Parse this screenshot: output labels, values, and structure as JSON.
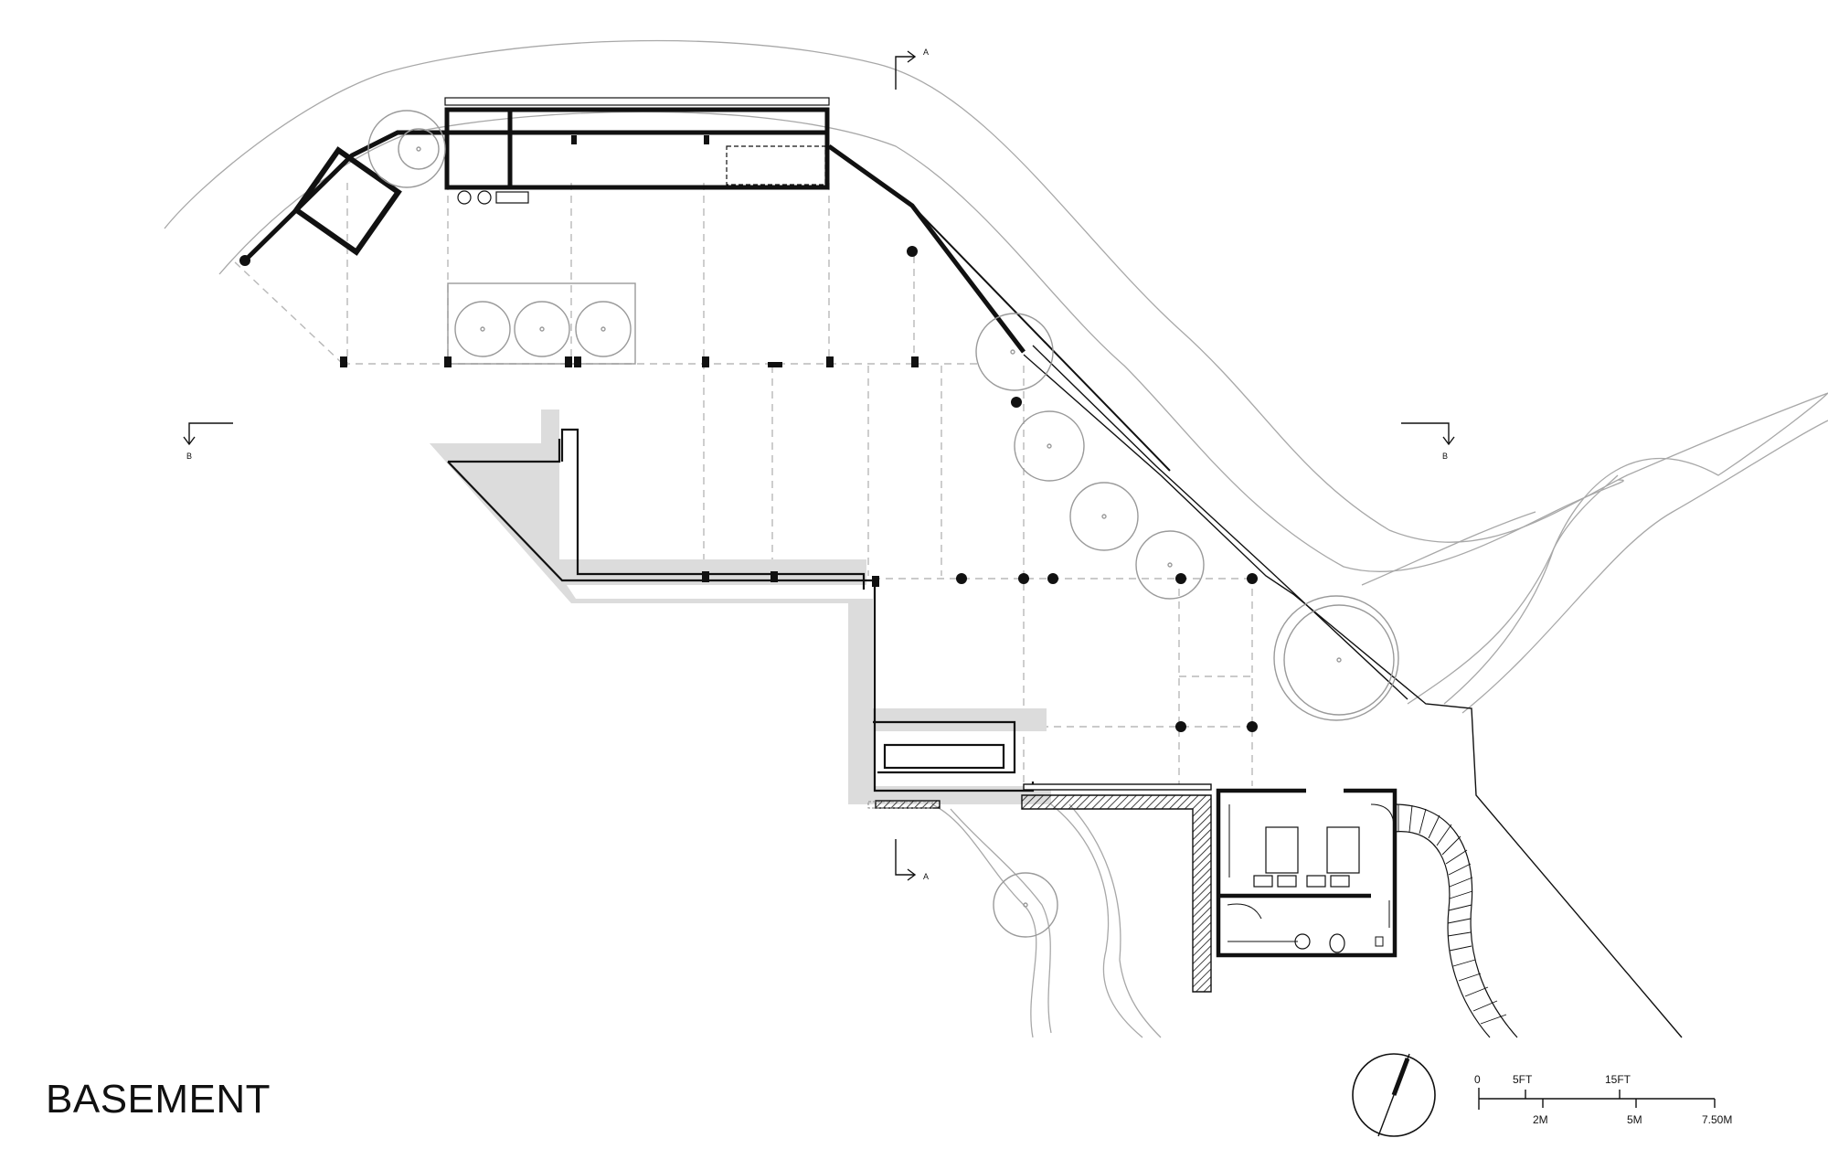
{
  "title": "BASEMENT",
  "section_markers": {
    "a": "A",
    "b": "B"
  },
  "scale_bar": {
    "imperial": [
      "0",
      "5FT",
      "15FT"
    ],
    "metric": [
      "2M",
      "5M",
      "7.50M"
    ]
  },
  "colors": {
    "line": "#111111",
    "hatch_fill": "#d9d9d9",
    "thin_line": "#9a9a9a",
    "dash": "#b5b5b5"
  },
  "icons": [
    "north-arrow-icon",
    "section-cut-icon",
    "tree-icon",
    "column-icon"
  ]
}
